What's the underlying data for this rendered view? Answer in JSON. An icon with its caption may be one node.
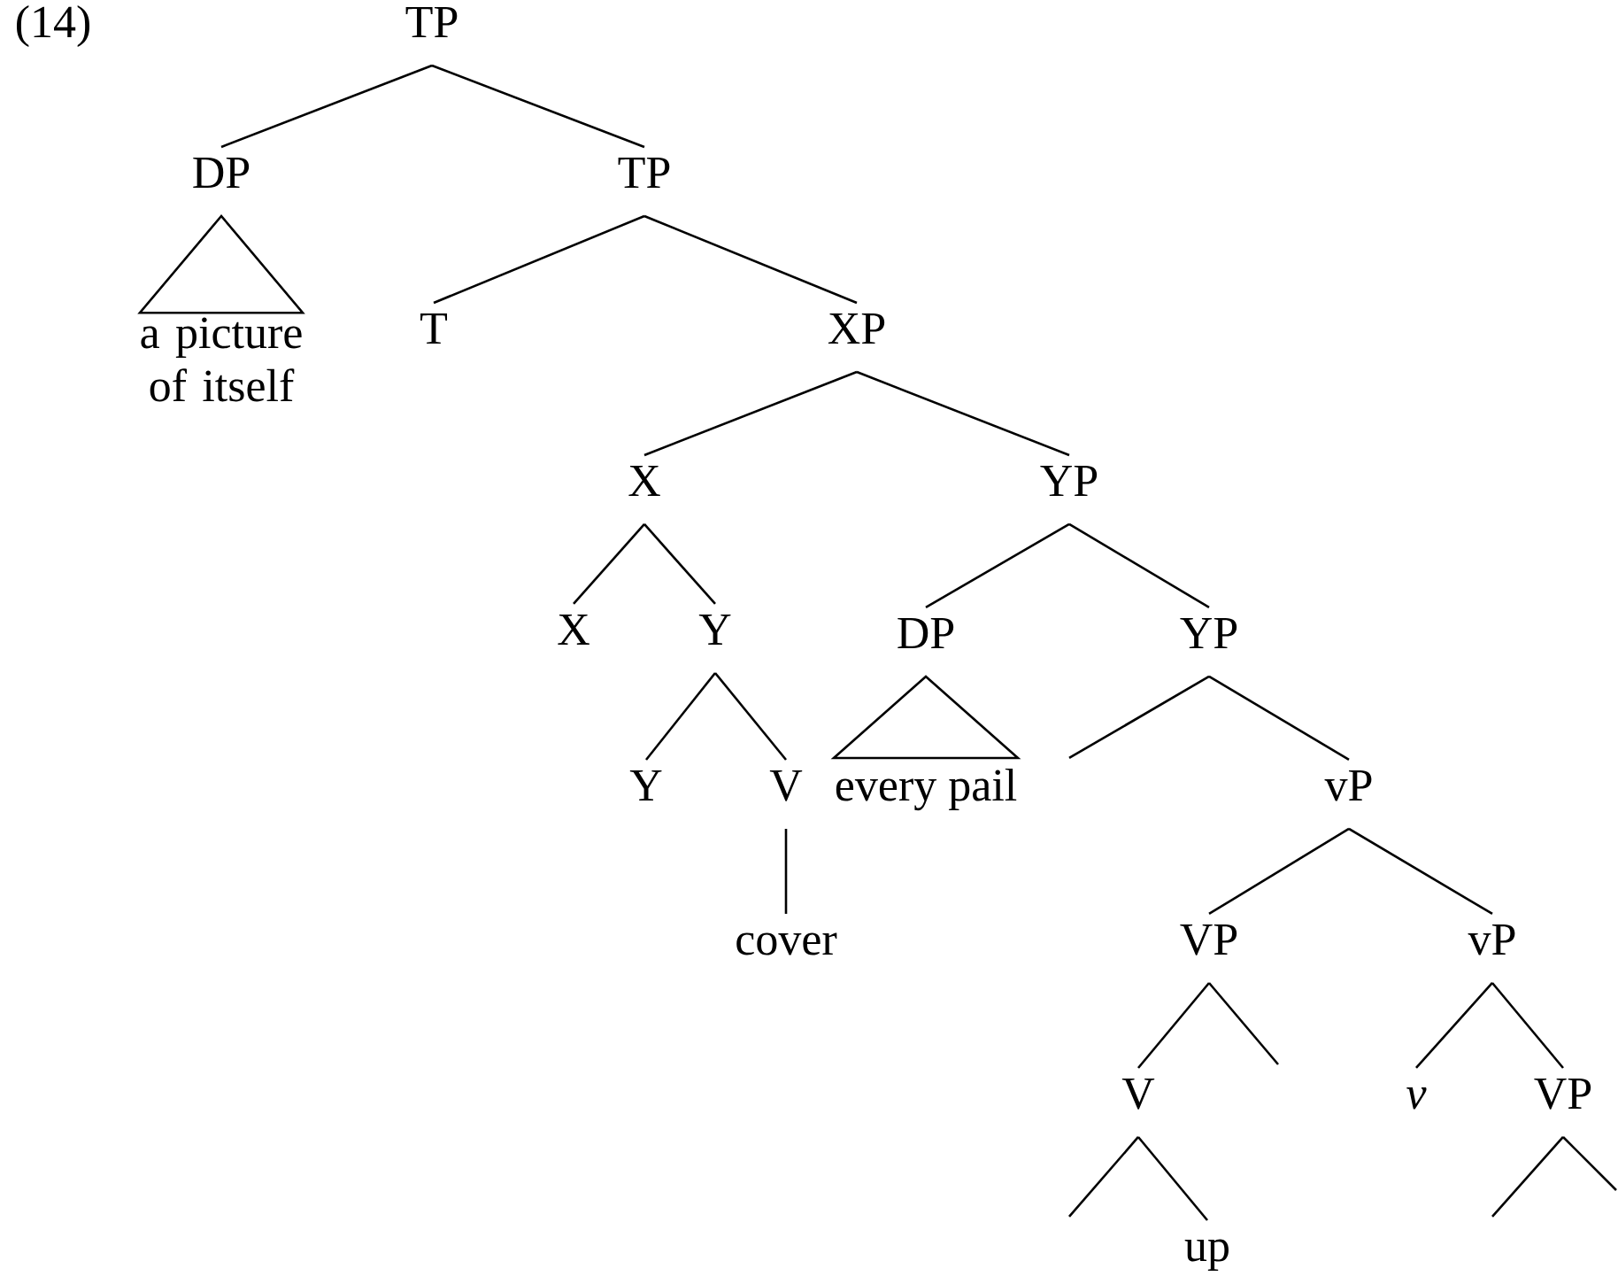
{
  "diagram": {
    "nodes": [
      {
        "text": [
          "TP"
        ]
      },
      {
        "text": [
          "DP"
        ]
      },
      {
        "text": [
          "TP"
        ]
      },
      {
        "text": [
          "a picture of itself"
        ]
      },
      {
        "text": [
          "T"
        ]
      },
      {
        "text": [
          "XP"
        ]
      },
      {
        "text": [
          "X"
        ]
      },
      {
        "text": [
          "YP"
        ]
      },
      {
        "text": [
          "X"
        ]
      },
      {
        "text": [
          "Y"
        ]
      },
      {
        "text": [
          "DP"
        ]
      },
      {
        "text": [
          "YP"
        ]
      },
      {
        "text": [
          "Y"
        ]
      },
      {
        "text": [
          "V"
        ]
      },
      {
        "text": [
          "every pail"
        ]
      },
      {
        "text": [
          "vP"
        ]
      },
      {
        "text": [
          "cover"
        ]
      },
      {
        "text": [
          "VP"
        ]
      },
      {
        "text": [
          "vP"
        ]
      },
      {
        "text": [
          "V"
        ]
      },
      {
        "text": [
          "v"
        ]
      },
      {
        "text": [
          "VP"
        ]
      },
      {
        "text": [
          "up"
        ]
      }
    ],
    "edges": [
      {
        "from": 0,
        "to": 1,
        "arrow": "none"
      },
      {
        "from": 0,
        "to": 2,
        "arrow": "none"
      },
      {
        "from": 1,
        "to": 3,
        "arrow": "none"
      },
      {
        "from": 2,
        "to": 4,
        "arrow": "none"
      },
      {
        "from": 2,
        "to": 5,
        "arrow": "none"
      },
      {
        "from": 5,
        "to": 6,
        "arrow": "none"
      },
      {
        "from": 5,
        "to": 7,
        "arrow": "none"
      },
      {
        "from": 6,
        "to": 8,
        "arrow": "none"
      },
      {
        "from": 6,
        "to": 9,
        "arrow": "none"
      },
      {
        "from": 7,
        "to": 10,
        "arrow": "none"
      },
      {
        "from": 7,
        "to": 11,
        "arrow": "none"
      },
      {
        "from": 9,
        "to": 12,
        "arrow": "none"
      },
      {
        "from": 9,
        "to": 13,
        "arrow": "none"
      },
      {
        "from": 10,
        "to": 14,
        "arrow": "none"
      },
      {
        "from": 11,
        "to": null,
        "arrow": "none"
      },
      {
        "from": 11,
        "to": 15,
        "arrow": "none"
      },
      {
        "from": 13,
        "to": 16,
        "arrow": "none"
      },
      {
        "from": 15,
        "to": 17,
        "arrow": "none"
      },
      {
        "from": 15,
        "to": 18,
        "arrow": "none"
      },
      {
        "from": 17,
        "to": 19,
        "arrow": "none"
      },
      {
        "from": 17,
        "to": null,
        "arrow": "none"
      },
      {
        "from": 18,
        "to": 20,
        "arrow": "none"
      },
      {
        "from": 18,
        "to": 21,
        "arrow": "none"
      },
      {
        "from": 19,
        "to": null,
        "arrow": "none"
      },
      {
        "from": 19,
        "to": 22,
        "arrow": "none"
      },
      {
        "from": 21,
        "to": null,
        "arrow": "none"
      },
      {
        "from": 21,
        "to": null,
        "arrow": "none"
      }
    ],
    "labels": [
      "(14)"
    ]
  }
}
